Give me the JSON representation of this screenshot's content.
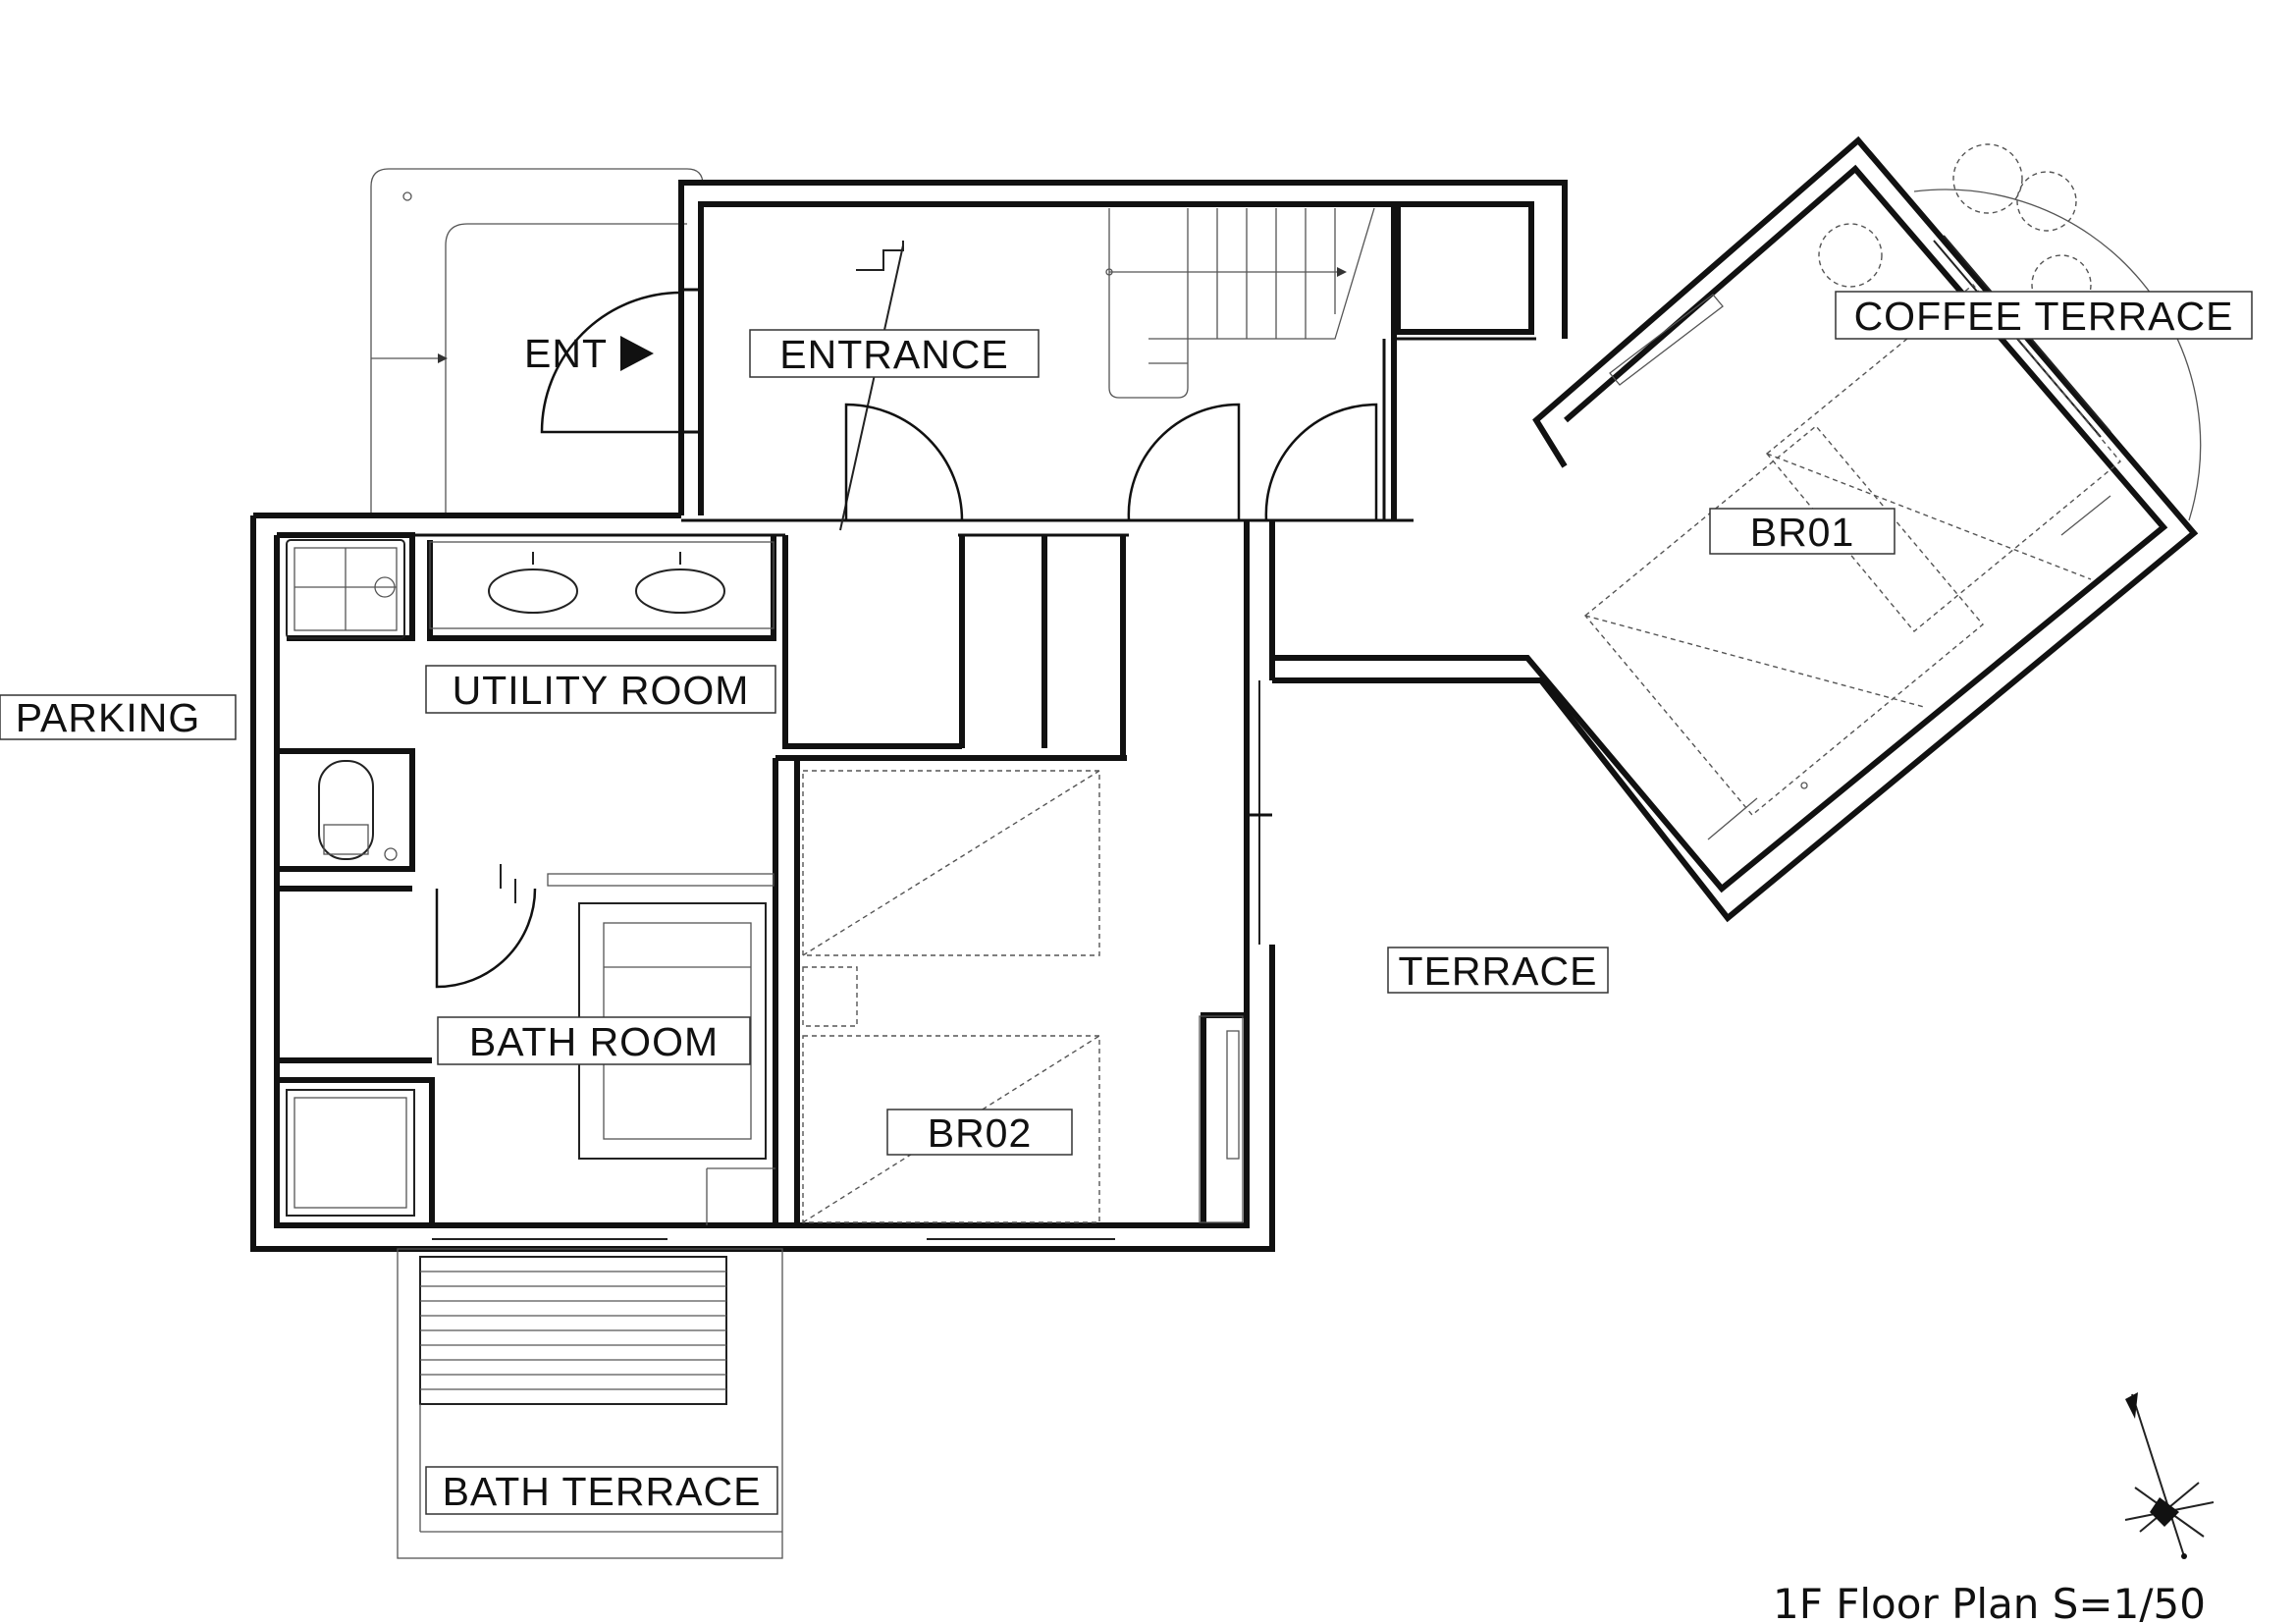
{
  "rooms": {
    "entrance": "ENTRANCE",
    "utility_room": "UTILITY ROOM",
    "parking": "PARKING",
    "bath_room": "BATH ROOM",
    "br02": "BR02",
    "br01": "BR01",
    "terrace": "TERRACE",
    "coffee_terrace": "COFFEE TERRACE",
    "bath_terrace": "BATH TERRACE"
  },
  "entry_marker": "ENT",
  "plan_title": "1F Floor Plan S=1/50",
  "icons": {
    "north_arrow": "compass-north-arrow-icon",
    "entry_arrow": "triangle-right-icon"
  },
  "colors": {
    "ink": "#111111",
    "background": "#ffffff"
  }
}
